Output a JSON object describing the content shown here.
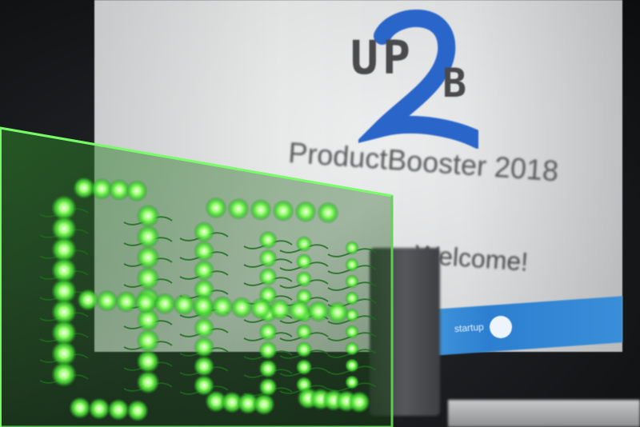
{
  "scene": {
    "logo_text": "UP2B",
    "event_title": "ProductBooster 2018",
    "welcome": "Welcome!",
    "sponsor_text": "startup",
    "colors": {
      "screen": "#e9eaeb",
      "logo_blue": "#2a66c9",
      "logo_gray": "#4a4a4c",
      "led_green": "#7dff55",
      "acrylic_green": "#3fbf3a",
      "sponsor_blue": "#3a8ed8"
    }
  }
}
